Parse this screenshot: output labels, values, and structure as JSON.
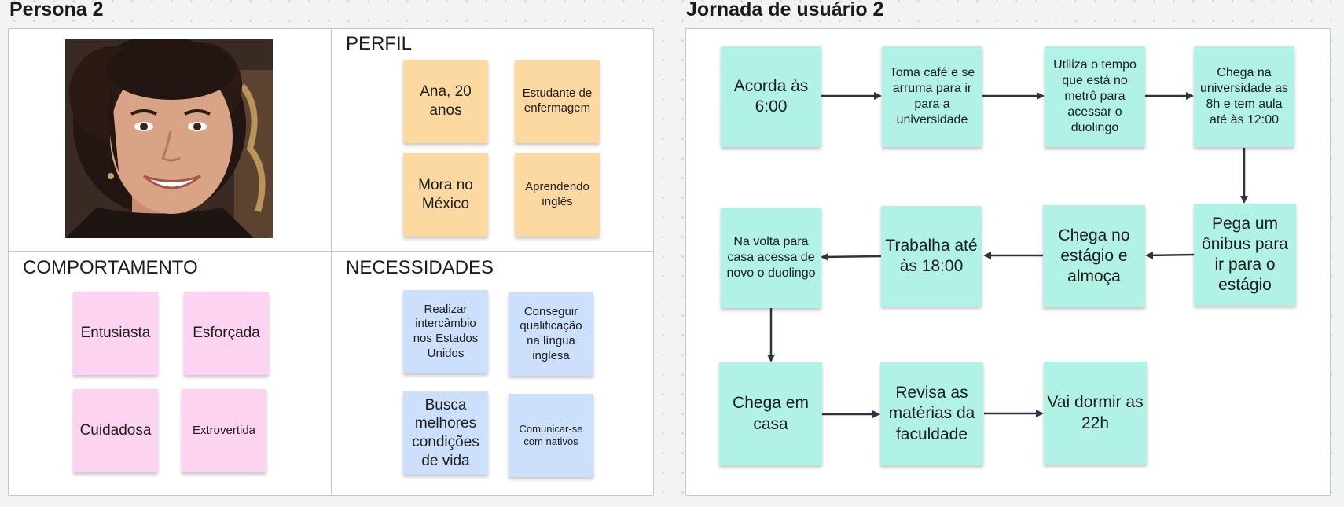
{
  "persona": {
    "title": "Persona 2",
    "perfil_label": "PERFIL",
    "perfil": [
      "Ana, 20 anos",
      "Estudante de enfermagem",
      "Mora no México",
      "Aprendendo inglês"
    ],
    "comportamento_label": "COMPORTAMENTO",
    "comportamento": [
      "Entusiasta",
      "Esforçada",
      "Cuidadosa",
      "Extrovertida"
    ],
    "necessidades_label": "NECESSIDADES",
    "necessidades": [
      "Realizar intercâmbio nos Estados Unidos",
      "Conseguir qualificação na língua inglesa",
      "Busca melhores condições de vida",
      "Comunicar-se com nativos"
    ]
  },
  "jornada": {
    "title": "Jornada de usuário 2",
    "steps": [
      "Acorda às 6:00",
      "Toma café e se arruma para ir para a universidade",
      "Utiliza o tempo que está no metrô para acessar o duolingo",
      "Chega na universidade as 8h e tem aula até às 12:00",
      "Pega um ônibus para ir para o estágio",
      "Chega no estágio e almoça",
      "Trabalha até às 18:00",
      "Na volta para casa acessa de novo o duolingo",
      "Chega em casa",
      "Revisa as matérias da faculdade",
      "Vai dormir as 22h"
    ]
  },
  "colors": {
    "perfil": "#fcd9a0",
    "comportamento": "#fcd3f1",
    "necessidades": "#cce0fb",
    "jornada": "#b1f2e7",
    "arrow": "#2b3440"
  }
}
